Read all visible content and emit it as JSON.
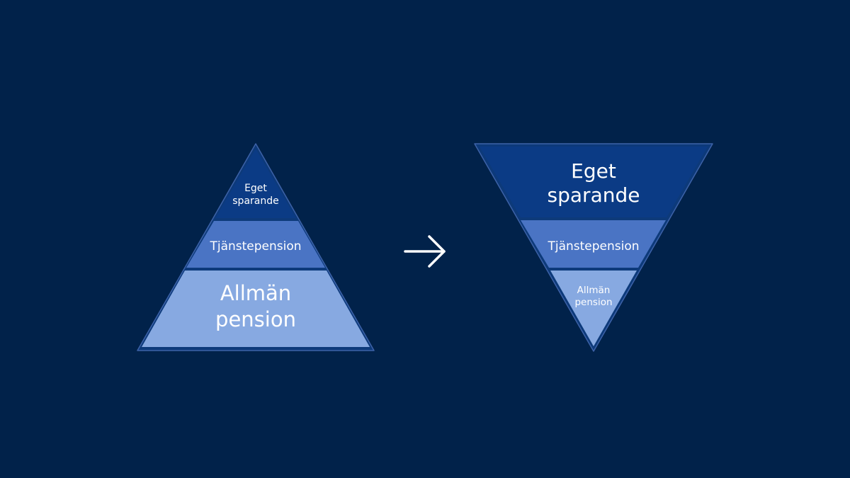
{
  "colors": {
    "background": "#01224a",
    "outline": "#0d3a7a",
    "eget_sparande": "#0b3b85",
    "tjanstepension": "#4a74c4",
    "allman_pension": "#87a9e1",
    "text": "#ffffff"
  },
  "left_pyramid": {
    "top": {
      "line1": "Eget",
      "line2": "sparande"
    },
    "middle": {
      "label": "Tjänstepension"
    },
    "bottom": {
      "line1": "Allmän",
      "line2": "pension"
    }
  },
  "arrow": {
    "icon": "arrow-right-icon"
  },
  "right_pyramid": {
    "top": {
      "line1": "Eget",
      "line2": "sparande"
    },
    "middle": {
      "label": "Tjänstepension"
    },
    "bottom": {
      "line1": "Allmän",
      "line2": "pension"
    }
  }
}
